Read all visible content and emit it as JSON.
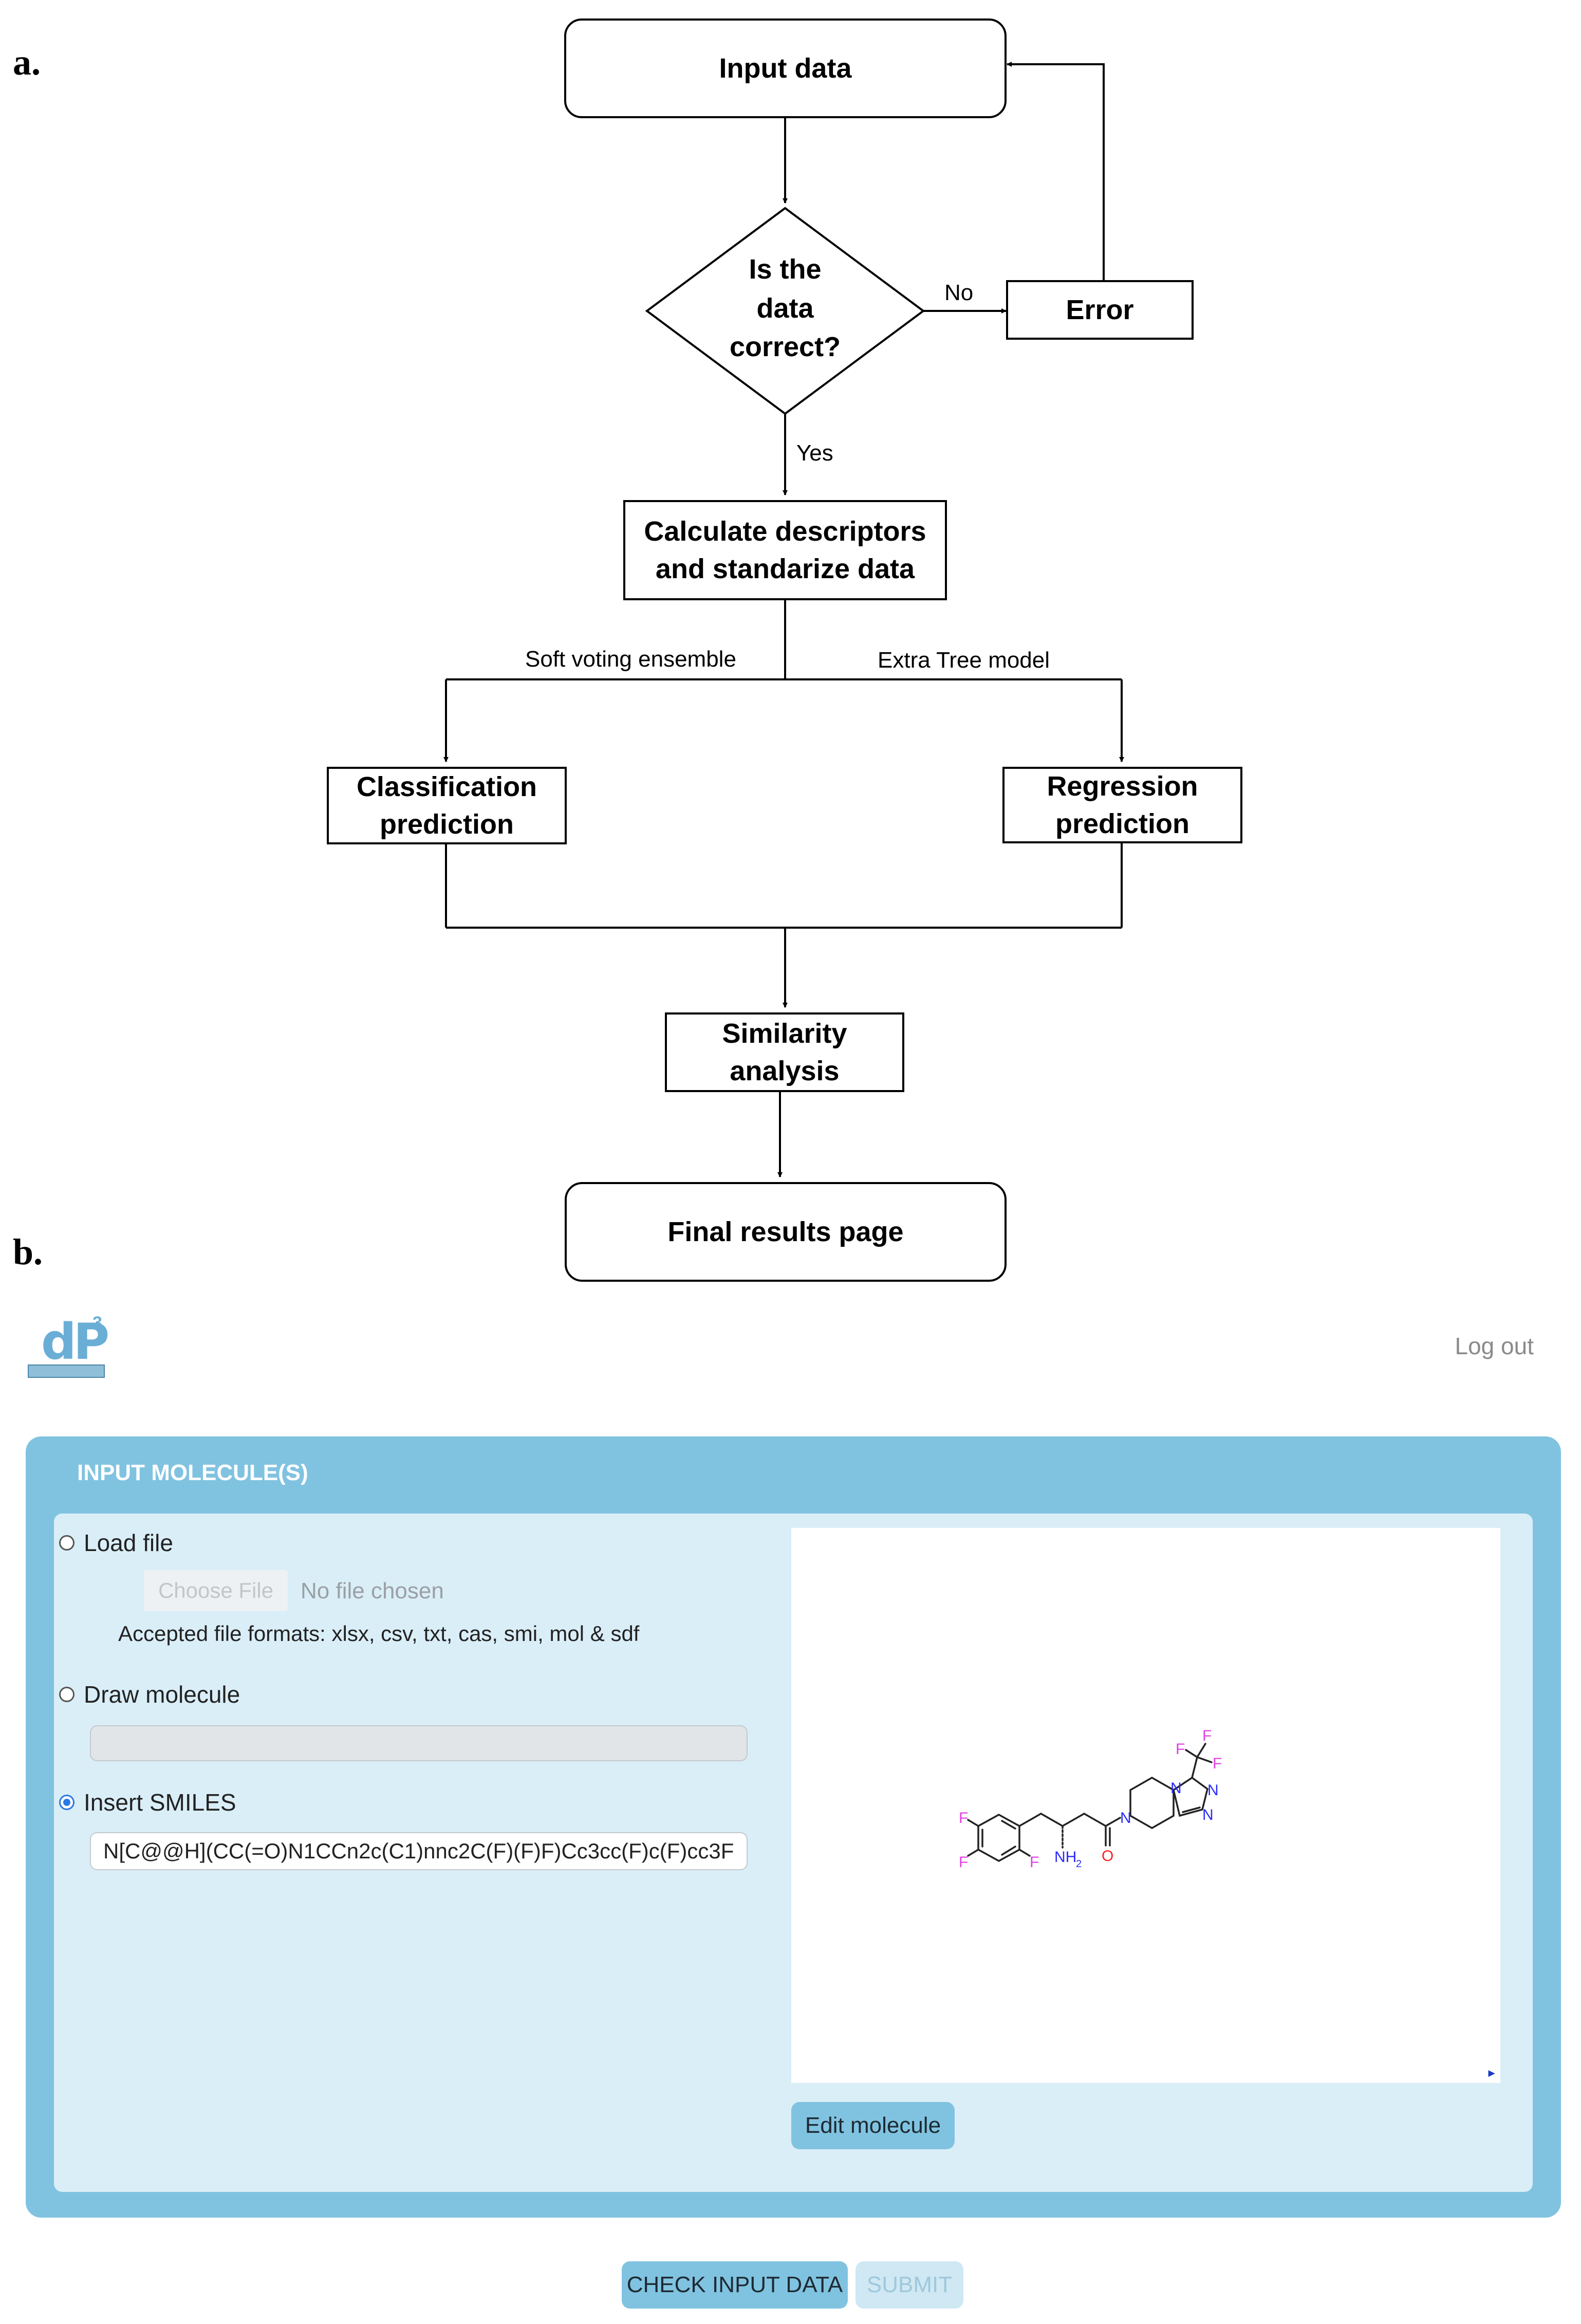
{
  "panels": {
    "a": "a.",
    "b": "b."
  },
  "flowchart": {
    "nodes": {
      "input": "Input data",
      "decision": "Is the\ndata\ncorrect?",
      "error": "Error",
      "descriptors": "Calculate descriptors\nand standarize data",
      "classification": "Classification\nprediction",
      "regression": "Regression\nprediction",
      "similarity": "Similarity\nanalysis",
      "final": "Final results page"
    },
    "edge_labels": {
      "no": "No",
      "yes": "Yes",
      "soft_voting": "Soft voting ensemble",
      "extra_tree": "Extra Tree model"
    }
  },
  "app": {
    "logout": "Log out",
    "card_title": "INPUT MOLECULE(S)",
    "options": {
      "load_file": {
        "label": "Load file",
        "selected": false
      },
      "draw_molecule": {
        "label": "Draw molecule",
        "selected": false
      },
      "insert_smiles": {
        "label": "Insert SMILES",
        "selected": true
      }
    },
    "file_button": "Choose File",
    "file_status": "No file chosen",
    "formats": "Accepted file formats: xlsx, csv, txt, cas, smi, mol & sdf",
    "smiles_value": "N[C@@H](CC(=O)N1CCn2c(C1)nnc2C(F)(F)F)Cc3cc(F)c(F)cc3F",
    "molecule_atoms": {
      "fluorine": "F",
      "nitrogen": "N",
      "amine": "NH",
      "amine_sub": "2",
      "oxygen": "O"
    },
    "edit_button": "Edit molecule",
    "check_button": "CHECK INPUT DATA",
    "submit_button": "SUBMIT",
    "colors": {
      "accent": "#80c3e0",
      "inner_panel": "#daeef8",
      "fluorine": "#e040e0",
      "nitrogen": "#2a2aff",
      "oxygen": "#ff2020"
    }
  }
}
